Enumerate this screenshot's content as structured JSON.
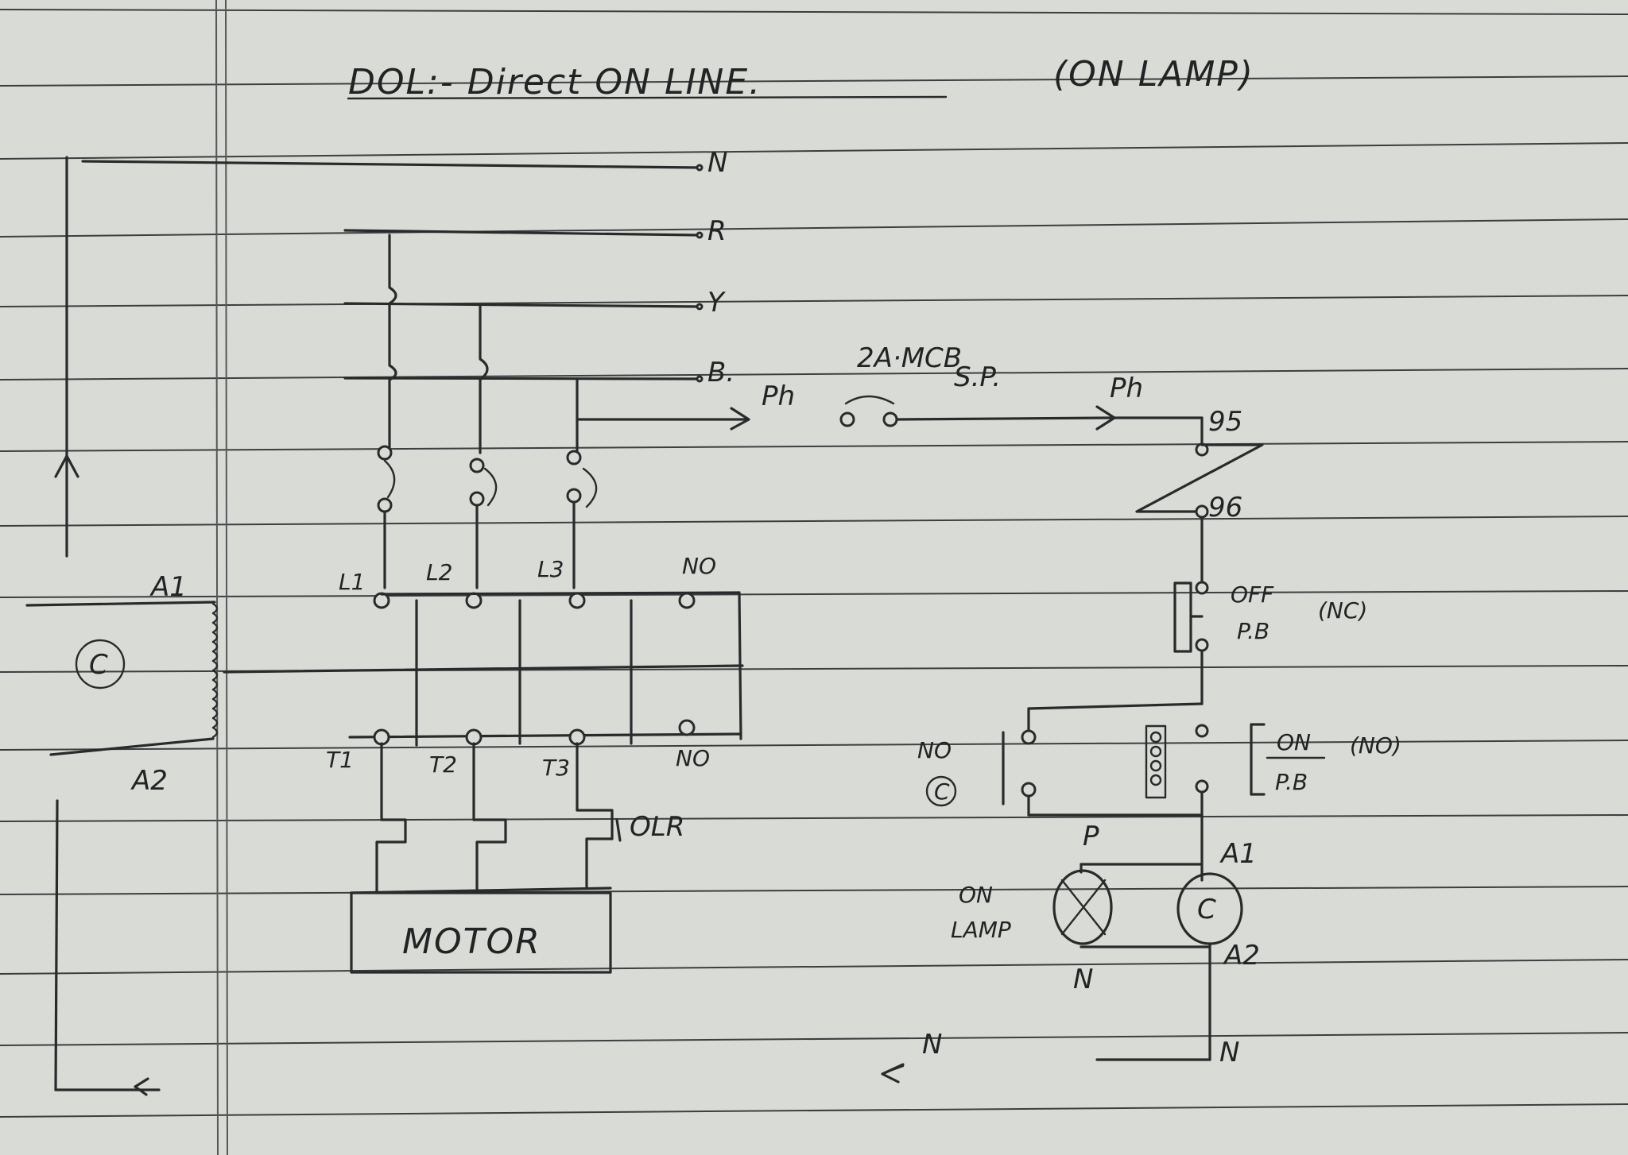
{
  "title": {
    "main": "DOL:- Direct ON LINE.",
    "tag": "(ON LAMP)"
  },
  "lines": {
    "n": "N",
    "r": "R",
    "y": "Y",
    "b": "B."
  },
  "mcb": {
    "rating": "2A·MCB",
    "type": "S.P.",
    "ph_in": "Ph",
    "ph_out": "Ph"
  },
  "olr_contacts": {
    "top": "95",
    "bottom": "96"
  },
  "off_button": {
    "label": "OFF",
    "pb": "P.B",
    "type": "(NC)"
  },
  "on_button": {
    "label": "ON",
    "pb": "P.B",
    "type": "(NO)"
  },
  "hold_contact": {
    "label": "NO",
    "symbol": "C"
  },
  "contactor": {
    "symbol": "C",
    "a1": "A1",
    "a2": "A2",
    "inputs": [
      "L1",
      "L2",
      "L3",
      "NO"
    ],
    "outputs": [
      "T1",
      "T2",
      "T3",
      "NO"
    ]
  },
  "coil": {
    "symbol": "C",
    "a1": "A1",
    "a2": "A2"
  },
  "olr": "OLR",
  "motor": "MOTOR",
  "lamp": {
    "label_line1": "ON",
    "label_line2": "LAMP",
    "p": "P",
    "n": "N"
  },
  "neutral_return": {
    "arrow_label": "N",
    "end_label": "N"
  }
}
